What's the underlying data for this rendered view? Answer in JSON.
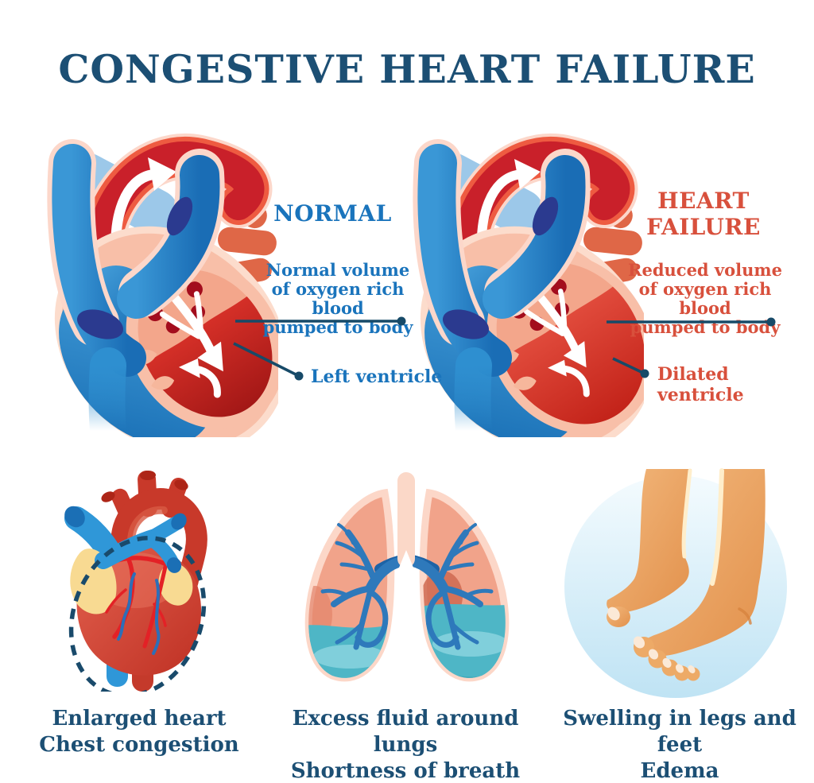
{
  "title": "CONGESTIVE HEART FAILURE",
  "colors": {
    "title_navy": "#1c4f74",
    "accent_blue": "#1a74bc",
    "accent_red": "#d8503c",
    "leader_line": "#174a68"
  },
  "panels": [
    {
      "id": "normal",
      "heading_lines": [
        "NORMAL"
      ],
      "annotation_lines": [
        "Normal volume",
        "of oxygen rich blood",
        "pumped to body"
      ],
      "ventricle_label": "Left ventricle",
      "illustration": "heart-cross-section-normal"
    },
    {
      "id": "heart_failure",
      "heading_lines": [
        "HEART",
        "FAILURE"
      ],
      "annotation_lines": [
        "Reduced volume",
        "of oxygen rich blood",
        "pumped to body"
      ],
      "ventricle_label": "Dilated ventricle",
      "illustration": "heart-cross-section-dilated"
    }
  ],
  "symptoms": [
    {
      "caption_lines": [
        "Enlarged heart",
        "Chest congestion"
      ],
      "illustration": "enlarged-heart"
    },
    {
      "caption_lines": [
        "Excess fluid around lungs",
        "Shortness of breath"
      ],
      "illustration": "lungs-with-pleural-fluid"
    },
    {
      "caption_lines": [
        "Swelling in legs and feet",
        "Edema"
      ],
      "illustration": "swollen-feet"
    }
  ]
}
